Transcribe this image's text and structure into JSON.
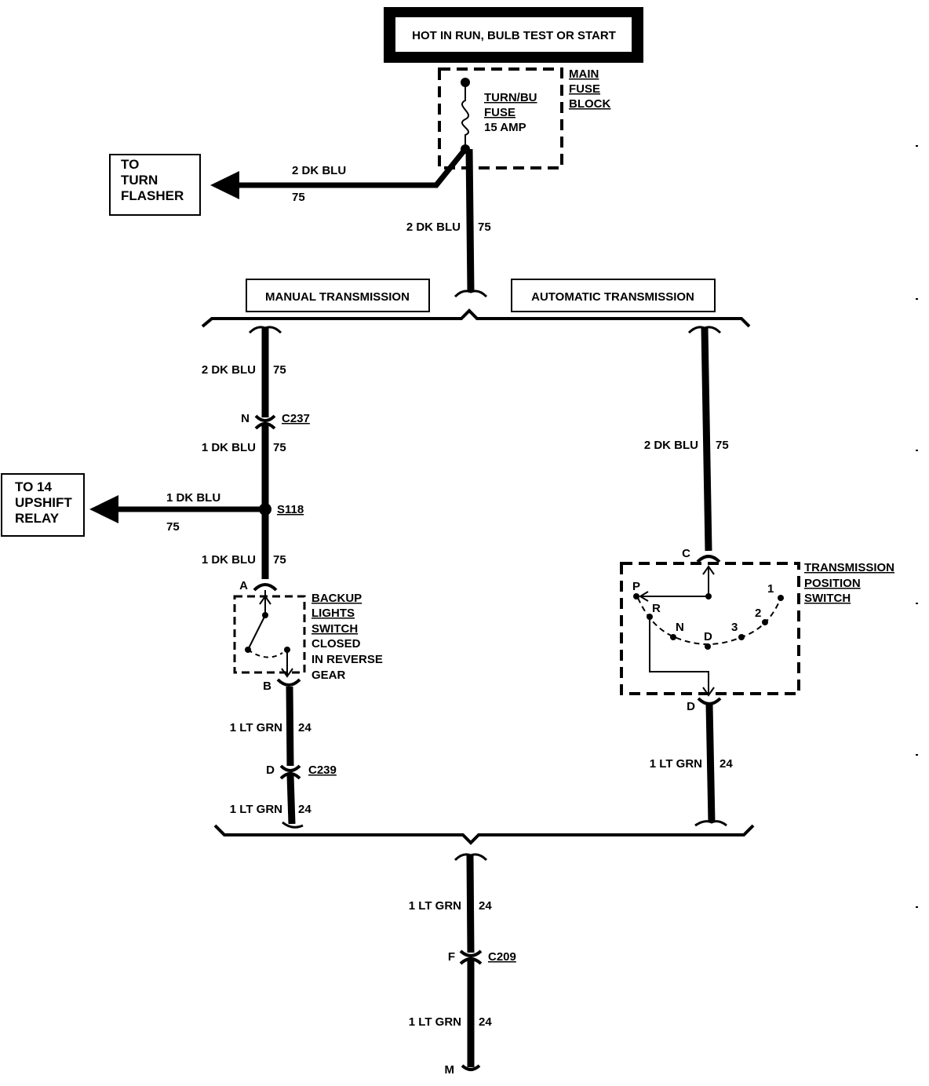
{
  "header": {
    "power_source": "HOT IN RUN, BULB TEST OR START"
  },
  "fuse_block": {
    "name_lines": [
      "MAIN",
      "FUSE",
      "BLOCK"
    ],
    "fuse_lines": [
      "TURN/BU",
      "FUSE",
      "15 AMP"
    ]
  },
  "turn_flasher": {
    "lines": [
      "TO",
      "TURN",
      "FLASHER"
    ],
    "wire_label": "2 DK BLU",
    "circuit": "75"
  },
  "main_feed": {
    "wire_label": "2 DK BLU",
    "circuit": "75"
  },
  "sections": {
    "manual": "MANUAL TRANSMISSION",
    "automatic": "AUTOMATIC TRANSMISSION"
  },
  "manual": {
    "wire1": {
      "label": "2 DK BLU",
      "circuit": "75"
    },
    "c237": {
      "pin": "N",
      "connector": "C237"
    },
    "wire2": {
      "label": "1 DK BLU",
      "circuit": "75"
    },
    "splice": "S118",
    "upshift": {
      "lines": [
        "TO 14",
        "UPSHIFT",
        "RELAY"
      ],
      "wire_label": "1 DK BLU",
      "circuit": "75"
    },
    "wire3": {
      "label": "1 DK BLU",
      "circuit": "75"
    },
    "switch": {
      "pin_in": "A",
      "pin_out": "B",
      "name_lines": [
        "BACKUP",
        "LIGHTS",
        "SWITCH"
      ],
      "note_lines": [
        "CLOSED",
        "IN REVERSE",
        "GEAR"
      ]
    },
    "wire4": {
      "label": "1 LT GRN",
      "circuit": "24"
    },
    "c239": {
      "pin": "D",
      "connector": "C239"
    },
    "wire5": {
      "label": "1 LT GRN",
      "circuit": "24"
    }
  },
  "automatic": {
    "wire1": {
      "label": "2 DK BLU",
      "circuit": "75"
    },
    "switch": {
      "pin_in": "C",
      "pin_out": "D",
      "name_lines": [
        "TRANSMISSION",
        "POSITION",
        "SWITCH"
      ],
      "positions": [
        "P",
        "R",
        "N",
        "D",
        "3",
        "2",
        "1"
      ]
    },
    "wire2": {
      "label": "1 LT GRN",
      "circuit": "24"
    }
  },
  "output": {
    "wire1": {
      "label": "1 LT GRN",
      "circuit": "24"
    },
    "c209": {
      "pin": "F",
      "connector": "C209"
    },
    "wire2": {
      "label": "1 LT GRN",
      "circuit": "24"
    },
    "ground_pin": "M"
  }
}
